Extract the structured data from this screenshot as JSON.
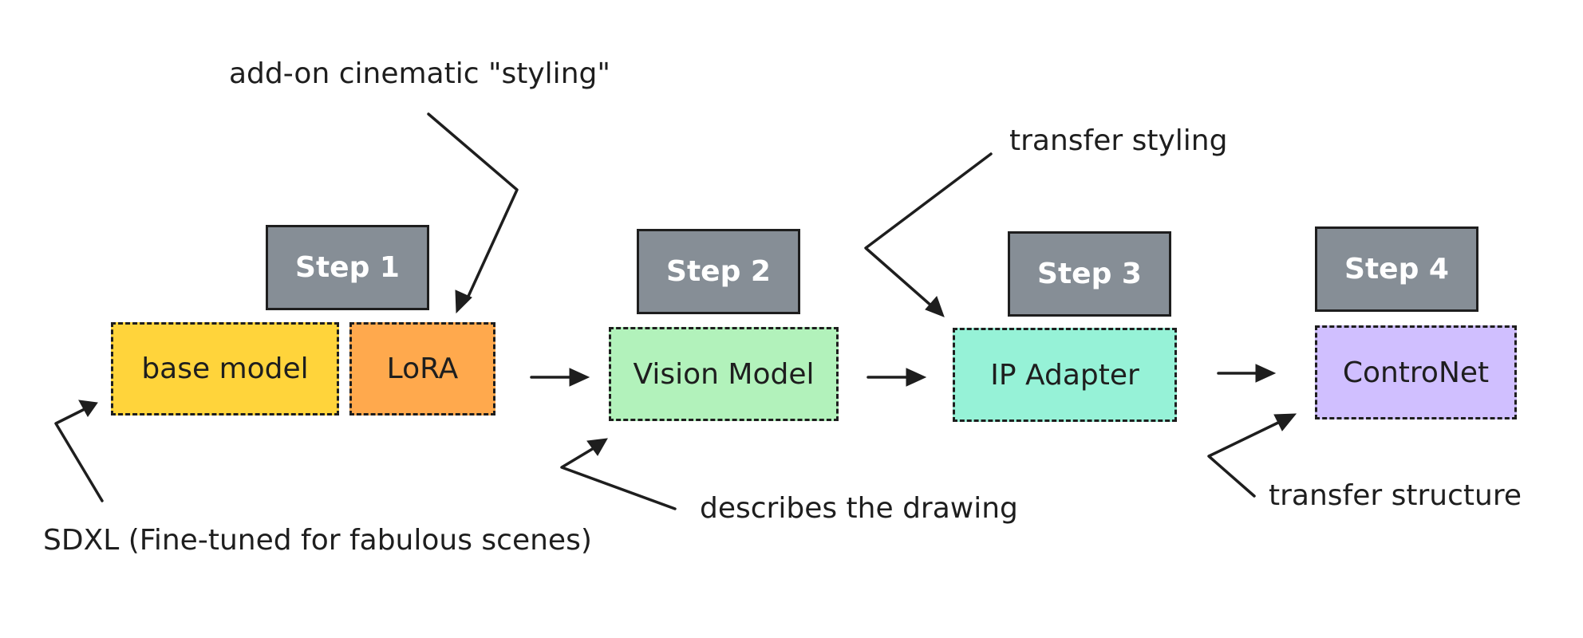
{
  "steps": [
    {
      "label": "Step 1"
    },
    {
      "label": "Step 2"
    },
    {
      "label": "Step 3"
    },
    {
      "label": "Step 4"
    }
  ],
  "boxes": [
    {
      "label": "base model",
      "color": "#ffd43b"
    },
    {
      "label": "LoRA",
      "color": "#ffa94d"
    },
    {
      "label": "Vision Model",
      "color": "#b2f2bb"
    },
    {
      "label": "IP Adapter",
      "color": "#96f2d7"
    },
    {
      "label": "ControNet",
      "color": "#d0bfff"
    }
  ],
  "annotations": {
    "lora_note": "add-on cinematic \"styling\"",
    "sdxl_note": "SDXL (Fine-tuned for fabulous scenes)",
    "vision_note": "describes the drawing",
    "ip_note": "transfer styling",
    "control_note": "transfer structure"
  },
  "colors": {
    "step_fill": "#868e96",
    "stroke": "#1e1e1e"
  }
}
